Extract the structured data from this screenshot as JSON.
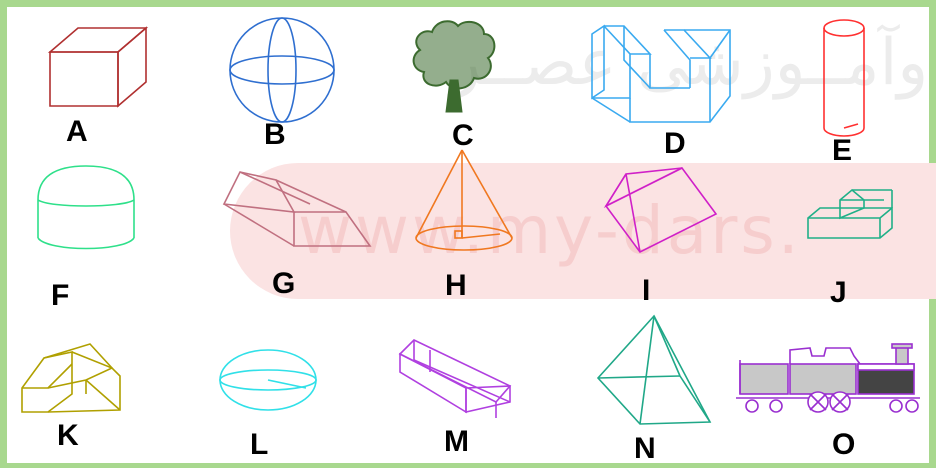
{
  "watermark": {
    "url": "www.my-dars.",
    "persian": "و‌آمــوزشی عصــر"
  },
  "labels": {
    "A": "A",
    "B": "B",
    "C": "C",
    "D": "D",
    "E": "E",
    "F": "F",
    "G": "G",
    "H": "H",
    "I": "I",
    "J": "J",
    "K": "K",
    "L": "L",
    "M": "M",
    "N": "N",
    "O": "O"
  },
  "colors": {
    "border": "#a8d88e",
    "cube": "#b03030",
    "sphere": "#2f6fd0",
    "tree": "#3c6b2f",
    "d_block": "#3aaaf0",
    "cylinder": "#ff3030",
    "dome": "#2ee08a",
    "prism_g": "#c07080",
    "cone": "#f07820",
    "prism_i": "#d020c8",
    "steps": "#20b088",
    "house": "#b0a000",
    "ellipsoid": "#30e0e8",
    "box": "#b040e0",
    "pyramid": "#20a888",
    "train": "#9a30d0"
  }
}
